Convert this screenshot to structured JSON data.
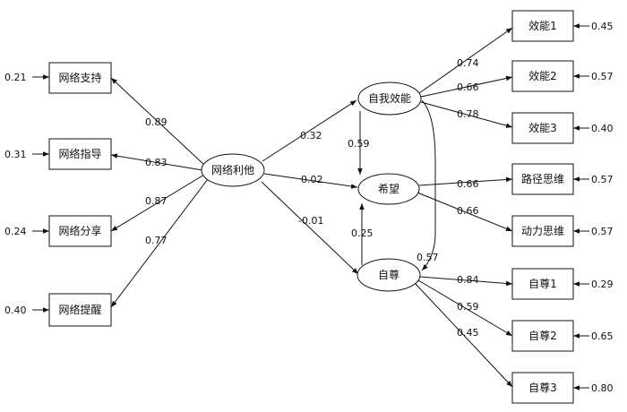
{
  "nodes": {
    "support": {
      "label": "网络支持"
    },
    "guidance": {
      "label": "网络指导"
    },
    "share": {
      "label": "网络分享"
    },
    "remind": {
      "label": "网络提醒"
    },
    "altruism": {
      "label": "网络利他"
    },
    "efficacy": {
      "label": "自我效能"
    },
    "hope": {
      "label": "希望"
    },
    "esteem": {
      "label": "自尊"
    },
    "eff1": {
      "label": "效能1"
    },
    "eff2": {
      "label": "效能2"
    },
    "eff3": {
      "label": "效能3"
    },
    "path_thinking": {
      "label": "路径思维"
    },
    "agency_thinking": {
      "label": "动力思维"
    },
    "est1": {
      "label": "自尊1"
    },
    "est2": {
      "label": "自尊2"
    },
    "est3": {
      "label": "自尊3"
    }
  },
  "paths": [
    {
      "from": "altruism",
      "to": "support",
      "coef": "0.89"
    },
    {
      "from": "altruism",
      "to": "guidance",
      "coef": "0.83"
    },
    {
      "from": "altruism",
      "to": "share",
      "coef": "0.87"
    },
    {
      "from": "altruism",
      "to": "remind",
      "coef": "0.77"
    },
    {
      "from": "altruism",
      "to": "efficacy",
      "coef": "0.32"
    },
    {
      "from": "altruism",
      "to": "hope",
      "coef": "0.02"
    },
    {
      "from": "altruism",
      "to": "esteem",
      "coef": "-0.01"
    },
    {
      "from": "efficacy",
      "to": "hope",
      "coef": "0.59"
    },
    {
      "from": "esteem",
      "to": "hope",
      "coef": "0.25"
    },
    {
      "from": "efficacy",
      "to": "esteem",
      "coef": "0.57"
    },
    {
      "from": "efficacy",
      "to": "eff1",
      "coef": "0.74"
    },
    {
      "from": "efficacy",
      "to": "eff2",
      "coef": "0.66"
    },
    {
      "from": "efficacy",
      "to": "eff3",
      "coef": "0.78"
    },
    {
      "from": "hope",
      "to": "path_thinking",
      "coef": "0.66"
    },
    {
      "from": "hope",
      "to": "agency_thinking",
      "coef": "0.66"
    },
    {
      "from": "esteem",
      "to": "est1",
      "coef": "0.84"
    },
    {
      "from": "esteem",
      "to": "est2",
      "coef": "0.59"
    },
    {
      "from": "esteem",
      "to": "est3",
      "coef": "0.45"
    }
  ],
  "errors": [
    {
      "target": "support",
      "value": "0.21"
    },
    {
      "target": "guidance",
      "value": "0.31"
    },
    {
      "target": "share",
      "value": "0.24"
    },
    {
      "target": "remind",
      "value": "0.40"
    },
    {
      "target": "eff1",
      "value": "0.45"
    },
    {
      "target": "eff2",
      "value": "0.57"
    },
    {
      "target": "eff3",
      "value": "0.40"
    },
    {
      "target": "path_thinking",
      "value": "0.57"
    },
    {
      "target": "agency_thinking",
      "value": "0.57"
    },
    {
      "target": "est1",
      "value": "0.29"
    },
    {
      "target": "est2",
      "value": "0.65"
    },
    {
      "target": "est3",
      "value": "0.80"
    }
  ]
}
